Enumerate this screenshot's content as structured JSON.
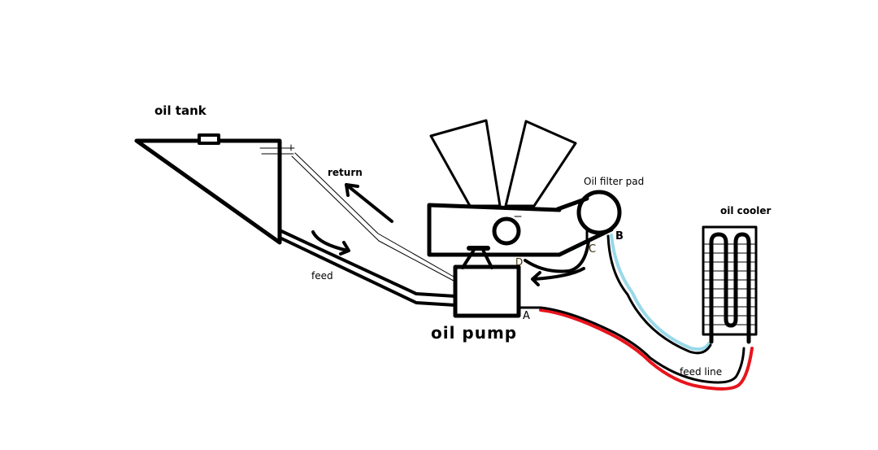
{
  "labels": {
    "oil_tank": "oil tank",
    "return": "return",
    "feed": "feed",
    "oil_filter_pad": "Oil filter pad",
    "oil_cooler": "oil cooler",
    "oil_pump": "oil pump",
    "feed_line": "feed line",
    "point_a": "A",
    "point_b": "B",
    "point_c": "C",
    "point_d": "D"
  },
  "colors": {
    "line": "#000000",
    "red_line": "#e8141c",
    "blue_line": "#99d9ea"
  }
}
